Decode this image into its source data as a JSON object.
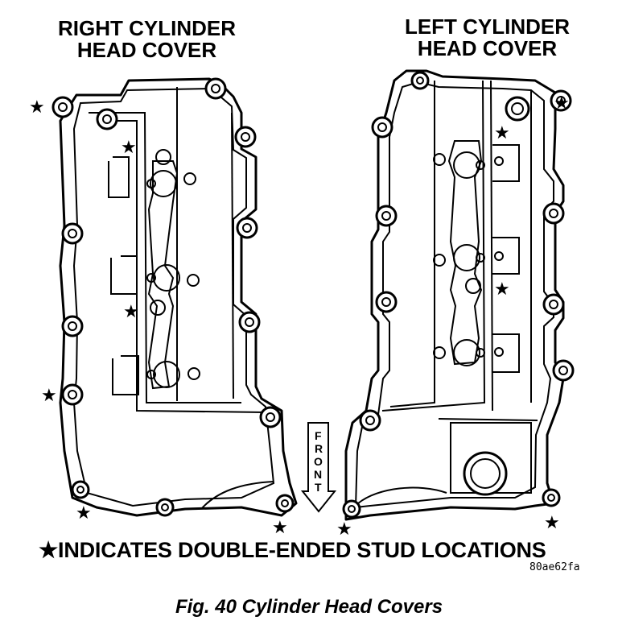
{
  "labels": {
    "right_cover_line1": "RIGHT CYLINDER",
    "right_cover_line2": "HEAD COVER",
    "left_cover_line1": "LEFT CYLINDER",
    "left_cover_line2": "HEAD COVER",
    "front_letters": [
      "F",
      "R",
      "O",
      "N",
      "T"
    ],
    "legend": "INDICATES DOUBLE-ENDED STUD LOCATIONS",
    "legend_symbol": "★",
    "reference_code": "80ae62fa",
    "caption": "Fig. 40 Cylinder Head Covers"
  },
  "icons": {
    "stud_marker": "star-icon",
    "front_arrow": "down-arrow-icon"
  },
  "stud_marker_counts": {
    "right_cover": 6,
    "left_cover": 5
  }
}
